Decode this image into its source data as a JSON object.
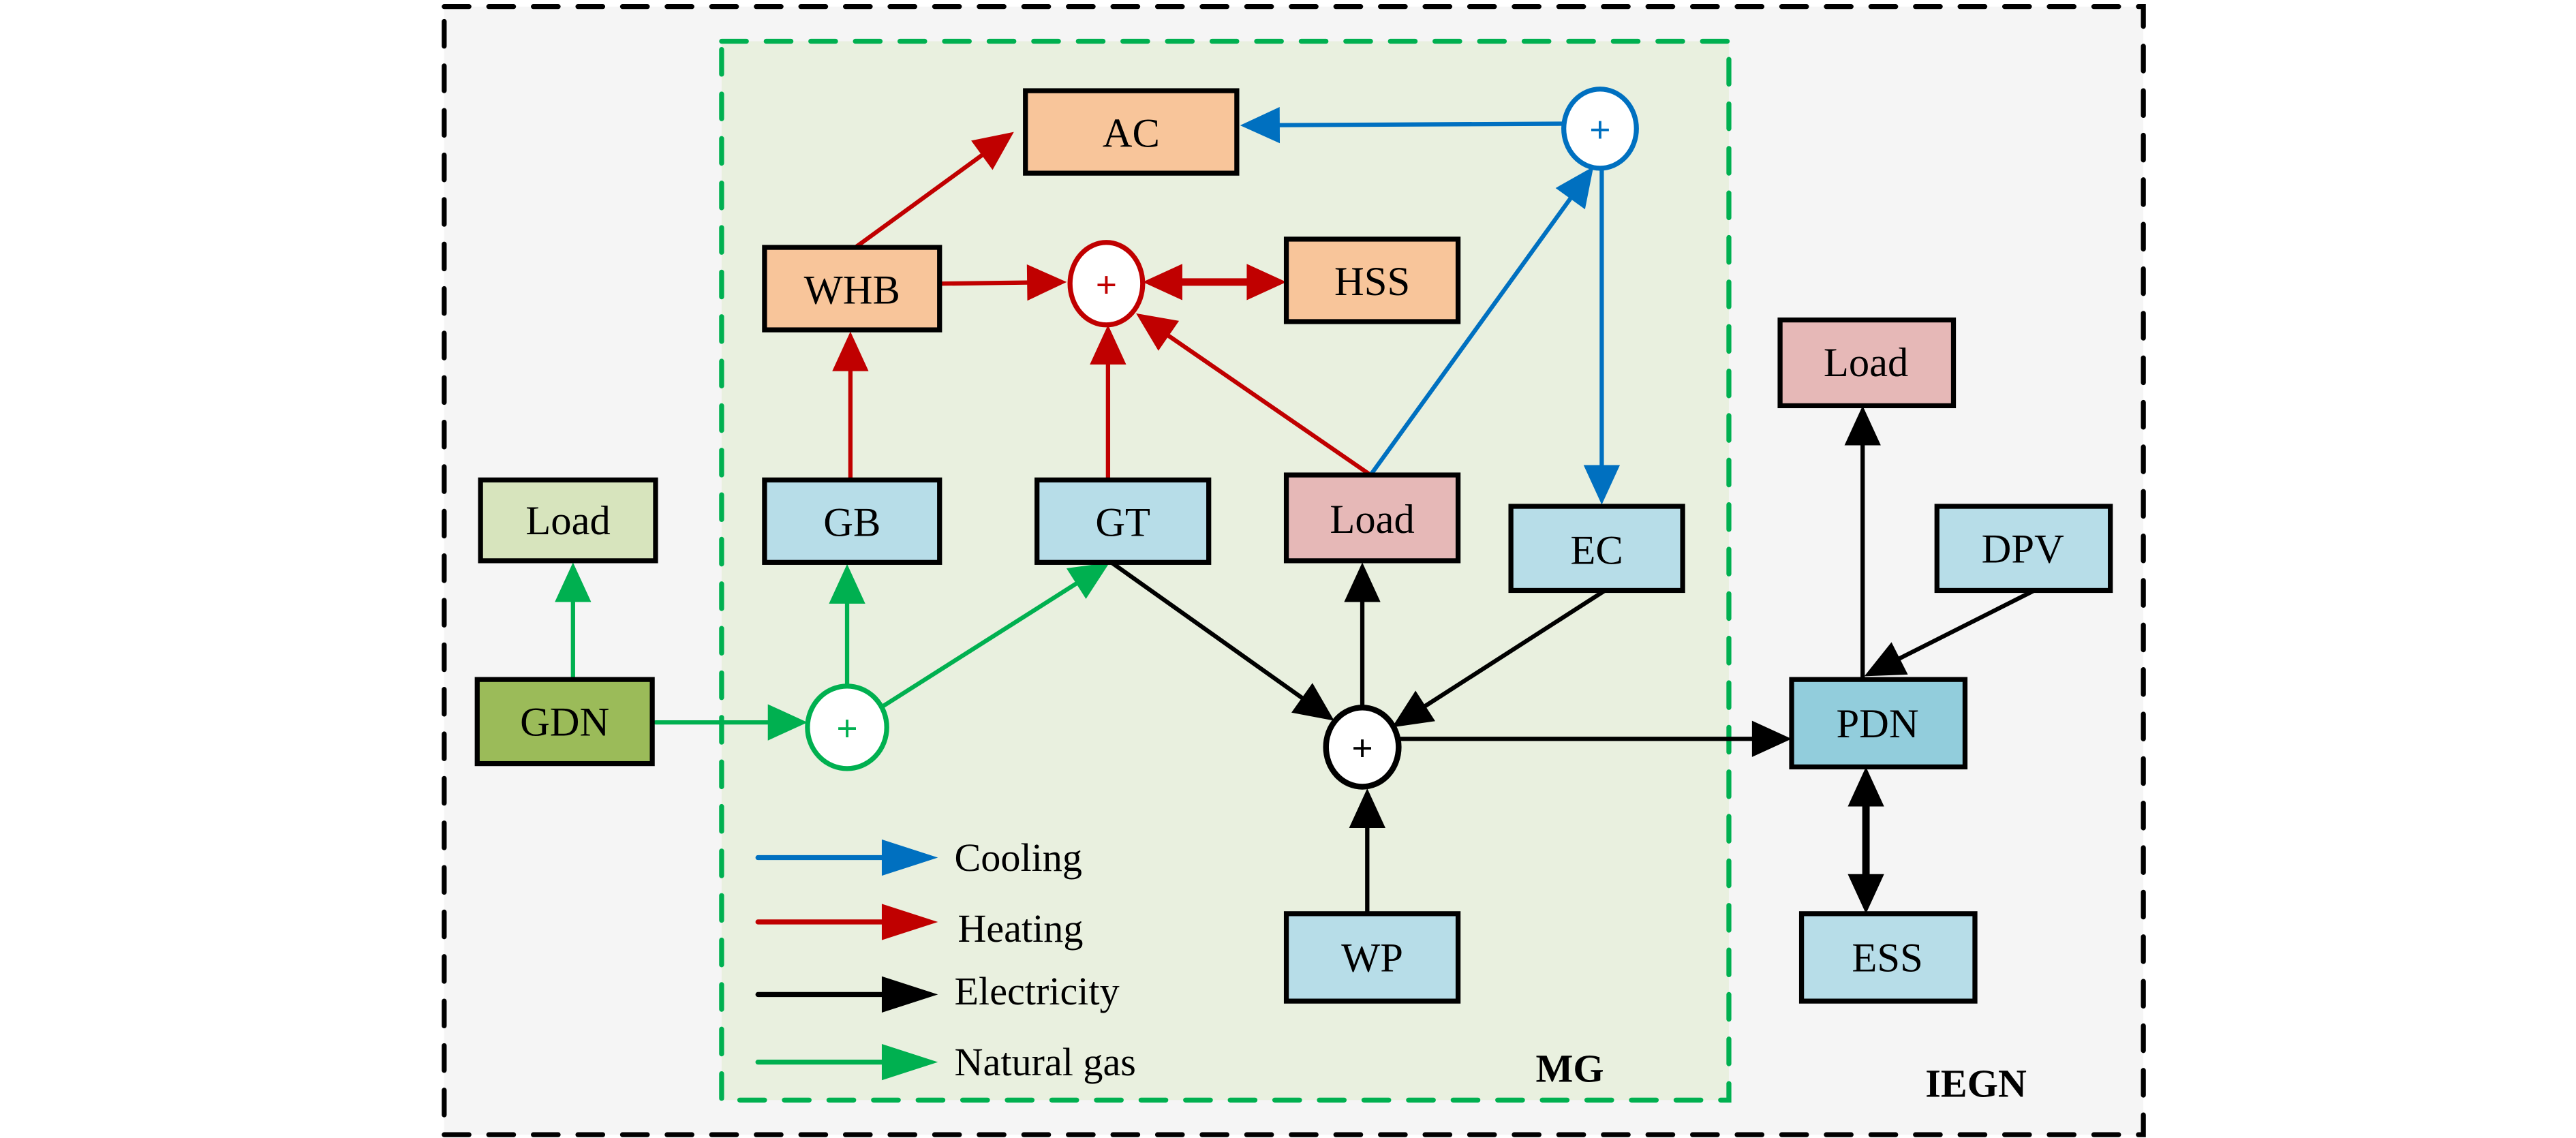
{
  "diagram": {
    "regions": {
      "outer": {
        "label": "IEGN",
        "border_color": "#000000",
        "fill": "#f5f5f5"
      },
      "microgrid": {
        "label": "MG",
        "border_color": "#00b050",
        "fill": "#e9f0df"
      }
    },
    "colors": {
      "cooling": "#0070c0",
      "heating": "#c00000",
      "electricity": "#000000",
      "natural_gas": "#00b050",
      "thermal_device": "#f8c59a",
      "electric_device": "#b7dde8",
      "load": "#e6b8b7",
      "gas_load": "#d7e4bd",
      "gdn": "#9bbb59",
      "pdn": "#92cddc"
    },
    "nodes": {
      "ac": "AC",
      "whb": "WHB",
      "hss": "HSS",
      "gb": "GB",
      "gt": "GT",
      "mg_load": "Load",
      "ec": "EC",
      "gas_load": "Load",
      "gdn": "GDN",
      "wp": "WP",
      "pdn": "PDN",
      "pdn_load": "Load",
      "dpv": "DPV",
      "ess": "ESS"
    },
    "sum_symbol": "+",
    "legend": [
      {
        "key": "cooling",
        "label": "Cooling"
      },
      {
        "key": "heating",
        "label": "Heating"
      },
      {
        "key": "electricity",
        "label": "Electricity"
      },
      {
        "key": "natural_gas",
        "label": "Natural gas"
      }
    ],
    "edges": [
      {
        "from": "whb",
        "to": "ac",
        "type": "heating"
      },
      {
        "from": "cool_sum",
        "to": "ac",
        "type": "cooling"
      },
      {
        "from": "whb",
        "to": "heat_sum",
        "type": "heating"
      },
      {
        "from": "heat_sum",
        "to": "hss",
        "type": "heating",
        "bidirectional": true
      },
      {
        "from": "gb",
        "to": "whb",
        "type": "heating"
      },
      {
        "from": "gt",
        "to": "heat_sum",
        "type": "heating"
      },
      {
        "from": "mg_load",
        "to": "heat_sum",
        "type": "heating"
      },
      {
        "from": "mg_load",
        "to": "cool_sum",
        "type": "cooling"
      },
      {
        "from": "cool_sum",
        "to": "ec",
        "type": "cooling"
      },
      {
        "from": "gdn",
        "to": "gas_load",
        "type": "natural_gas"
      },
      {
        "from": "gdn",
        "to": "gas_sum",
        "type": "natural_gas"
      },
      {
        "from": "gas_sum",
        "to": "gb",
        "type": "natural_gas"
      },
      {
        "from": "gas_sum",
        "to": "gt",
        "type": "natural_gas"
      },
      {
        "from": "gt",
        "to": "elec_sum",
        "type": "electricity"
      },
      {
        "from": "elec_sum",
        "to": "mg_load",
        "type": "electricity"
      },
      {
        "from": "ec",
        "to": "elec_sum",
        "type": "electricity"
      },
      {
        "from": "wp",
        "to": "elec_sum",
        "type": "electricity"
      },
      {
        "from": "elec_sum",
        "to": "pdn",
        "type": "electricity"
      },
      {
        "from": "pdn",
        "to": "pdn_load",
        "type": "electricity"
      },
      {
        "from": "dpv",
        "to": "pdn",
        "type": "electricity"
      },
      {
        "from": "pdn",
        "to": "ess",
        "type": "electricity",
        "bidirectional": true
      }
    ]
  }
}
